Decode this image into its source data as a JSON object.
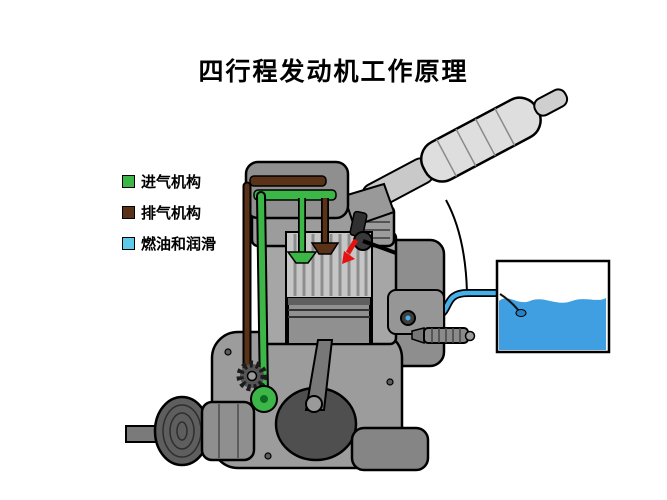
{
  "title": "四行程发动机工作原理",
  "legend": {
    "items": [
      {
        "id": "intake",
        "label": "进气机构",
        "color": "#3db648"
      },
      {
        "id": "exhaust",
        "label": "排气机构",
        "color": "#5a3217"
      },
      {
        "id": "fuel",
        "label": "燃油和润滑",
        "color": "#5fc9ea"
      }
    ]
  },
  "diagram": {
    "colors": {
      "intake_green": "#3db648",
      "exhaust_brown": "#5a3217",
      "fuel_blue": "#45b1e8",
      "water_blue": "#3f9fe0",
      "arrow_red": "#e51212",
      "engine_gray": "#9c9c9c"
    }
  }
}
